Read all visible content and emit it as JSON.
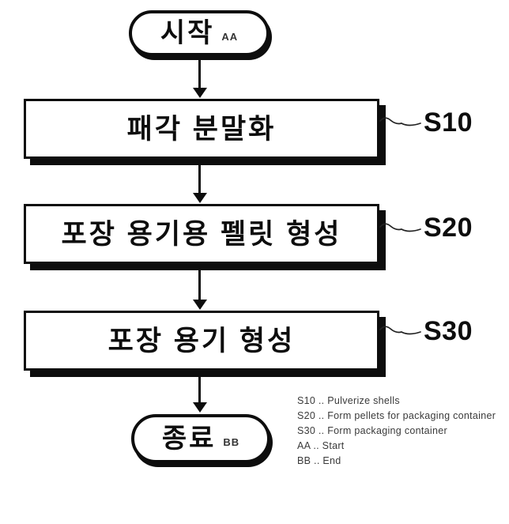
{
  "figure": {
    "type": "flowchart",
    "start": {
      "label": "시작",
      "ref": "AA"
    },
    "steps": [
      {
        "label": "패각 분말화",
        "ref": "S10"
      },
      {
        "label": "포장 용기용 펠릿 형성",
        "ref": "S20"
      },
      {
        "label": "포장 용기 형성",
        "ref": "S30"
      }
    ],
    "end": {
      "label": "종료",
      "ref": "BB"
    },
    "legend": [
      "S10 .. Pulverize shells",
      "S20 .. Form pellets for packaging container",
      "S30 .. Form packaging container",
      "AA .. Start",
      "BB .. End"
    ],
    "colors": {
      "ink": "#0d0d0d",
      "background": "#ffffff"
    }
  }
}
